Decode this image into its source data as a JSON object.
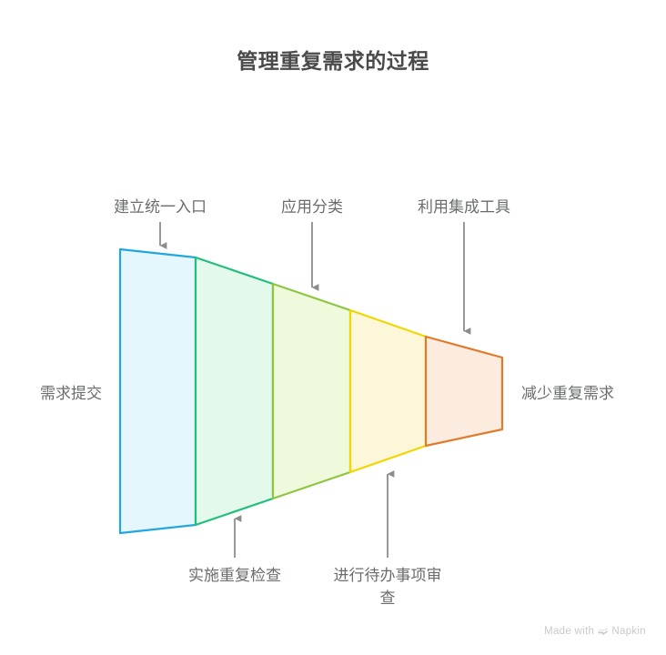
{
  "chart_data": {
    "type": "diagram",
    "diagram_kind": "funnel",
    "title": "管理重复需求的过程",
    "input_label": "需求提交",
    "output_label": "减少重复需求",
    "stages": [
      {
        "index": 1,
        "label": "建立统一入口",
        "label_position": "top",
        "fill": "#e6f6fd",
        "stroke": "#22a7e0"
      },
      {
        "index": 2,
        "label": "实施重复检查",
        "label_position": "bottom",
        "fill": "#e3f9ec",
        "stroke": "#23bd7c"
      },
      {
        "index": 3,
        "label": "应用分类",
        "label_position": "top",
        "fill": "#eefadb",
        "stroke": "#8cc63f"
      },
      {
        "index": 4,
        "label": "进行待办事项审\n查",
        "label_position": "bottom",
        "fill": "#fdf7d9",
        "stroke": "#f2d600"
      },
      {
        "index": 5,
        "label": "利用集成工具",
        "label_position": "top",
        "fill": "#fcece0",
        "stroke": "#e07b2a"
      }
    ],
    "arrow_color": "#8c8c8c"
  },
  "footer": {
    "made_with": "Made with",
    "brand": "Napkin",
    "brand_icon": "napkin-leaf-icon"
  }
}
